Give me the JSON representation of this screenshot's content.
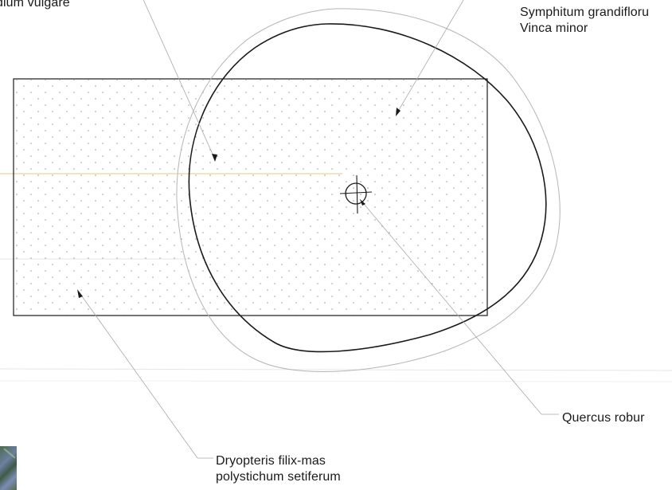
{
  "labels": {
    "top_left": "odium vulgare",
    "top_right_line1": "Symphitum grandifloru",
    "top_right_line2": "Vinca minor",
    "quercus": "Quercus robur",
    "dryopteris_line1": "Dryopteris filix-mas",
    "dryopteris_line2": "polystichum setiferum"
  },
  "colors": {
    "line": "#1a1a1a",
    "leader": "#a8a8a8",
    "outer_ring": "#b0b0b0",
    "accent_line": "#f3d9a8",
    "faint_line": "#e2e2e2",
    "dot": "#8a8a8a"
  },
  "icons": {
    "tree_symbol": "crosshair-circle-icon",
    "thumbnail": "vegetation-thumbnail"
  }
}
